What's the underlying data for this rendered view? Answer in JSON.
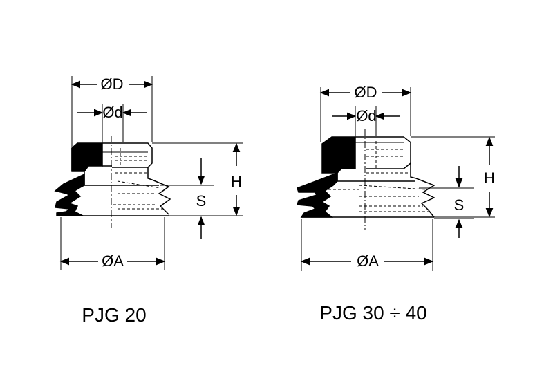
{
  "views": [
    {
      "caption": "PJG 20",
      "labels": {
        "outer_diameter": "ØD",
        "inner_diameter": "Ød",
        "height": "H",
        "stroke": "S",
        "cup_diameter": "ØA"
      }
    },
    {
      "caption": "PJG 30 ÷ 40",
      "labels": {
        "outer_diameter": "ØD",
        "inner_diameter": "Ød",
        "height": "H",
        "stroke": "S",
        "cup_diameter": "ØA"
      }
    }
  ],
  "colors": {
    "line": "#000000",
    "fill": "#000000",
    "background": "#ffffff"
  }
}
